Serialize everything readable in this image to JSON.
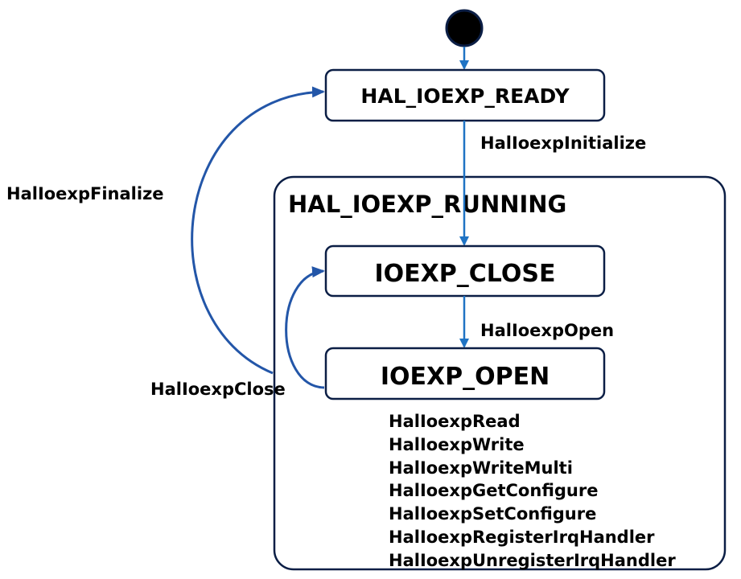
{
  "colors": {
    "border": "#0b1e45",
    "arrow": "#1f73c4",
    "loop": "#2356a8",
    "initial": "#000000",
    "text": "#000000",
    "background": "#ffffff"
  },
  "composite_state": {
    "label": "HAL_IOEXP_RUNNING"
  },
  "states": {
    "ready": "HAL_IOEXP_READY",
    "close": "IOEXP_CLOSE",
    "open": "IOEXP_OPEN"
  },
  "transitions": {
    "initialize": "HalIoexpInitialize",
    "open": "HalIoexpOpen",
    "close": "HalIoexpClose",
    "finalize": "HalIoexpFinalize"
  },
  "open_state_operations": [
    "HalIoexpRead",
    "HalIoexpWrite",
    "HalIoexpWriteMulti",
    "HalIoexpGetConfigure",
    "HalIoexpSetConfigure",
    "HalIoexpRegisterIrqHandler",
    "HalIoexpUnregisterIrqHandler"
  ]
}
